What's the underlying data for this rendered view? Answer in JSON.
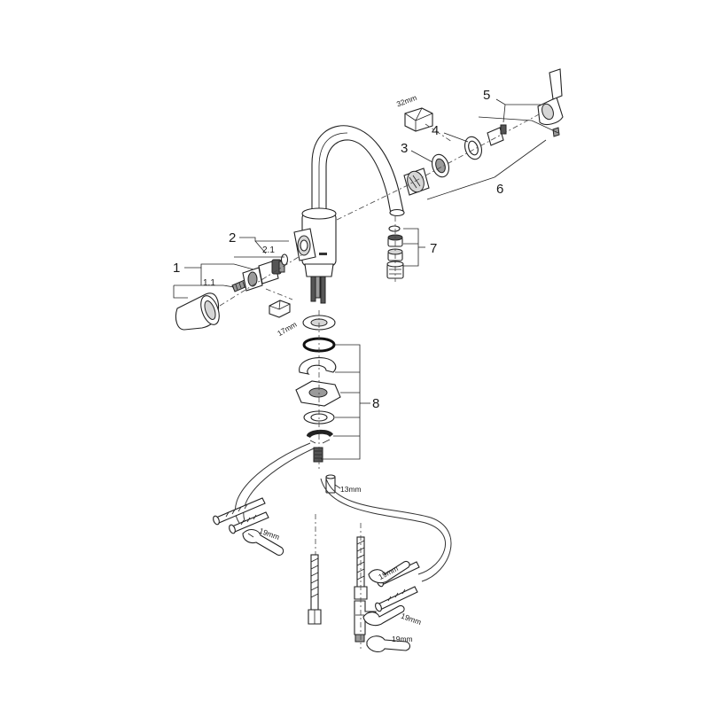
{
  "callouts": {
    "c1": "1",
    "c1_1": "1.1",
    "c2": "2",
    "c2_1": "2.1",
    "c3": "3",
    "c4": "4",
    "c5": "5",
    "c6": "6",
    "c7": "7",
    "c8": "8"
  },
  "sizes": {
    "s32": "32mm",
    "s17": "17mm",
    "s13": "13mm",
    "s19a": "19mm",
    "s19b": "19mm",
    "s19c": "19mm",
    "s19d": "19mm"
  }
}
